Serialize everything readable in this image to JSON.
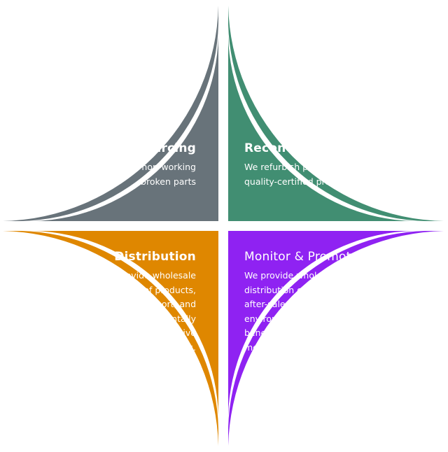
{
  "colors": {
    "sourcing": "#68737a",
    "reconditioning": "#418e72",
    "distribution": "#df8700",
    "monitor_promote": "#8f22f2",
    "text": "#ffffff",
    "background": "#ffffff"
  },
  "quadrants": [
    {
      "key": "sourcing",
      "position": "top-left",
      "title": "Sourcing",
      "description": "We buy non-working\nbroken parts"
    },
    {
      "key": "reconditioning",
      "position": "top-right",
      "title": "Reconditioning",
      "description": "We refurbish parts with our\nquality-certified process"
    },
    {
      "key": "distribution",
      "position": "bottom-left",
      "title": "Distribution",
      "description": "We provide wholesale\ndistribution of products,\nafter-sales support, and\nenvironmentally\nbeneficial alternative\nmethods."
    },
    {
      "key": "monitor_promote",
      "position": "bottom-right",
      "title": "Monitor & Promote",
      "description": "We provide wholesale\ndistribution of products,\nafter-sales support, and\nenvironmentally\nbeneficial alternative\nmethods."
    }
  ]
}
